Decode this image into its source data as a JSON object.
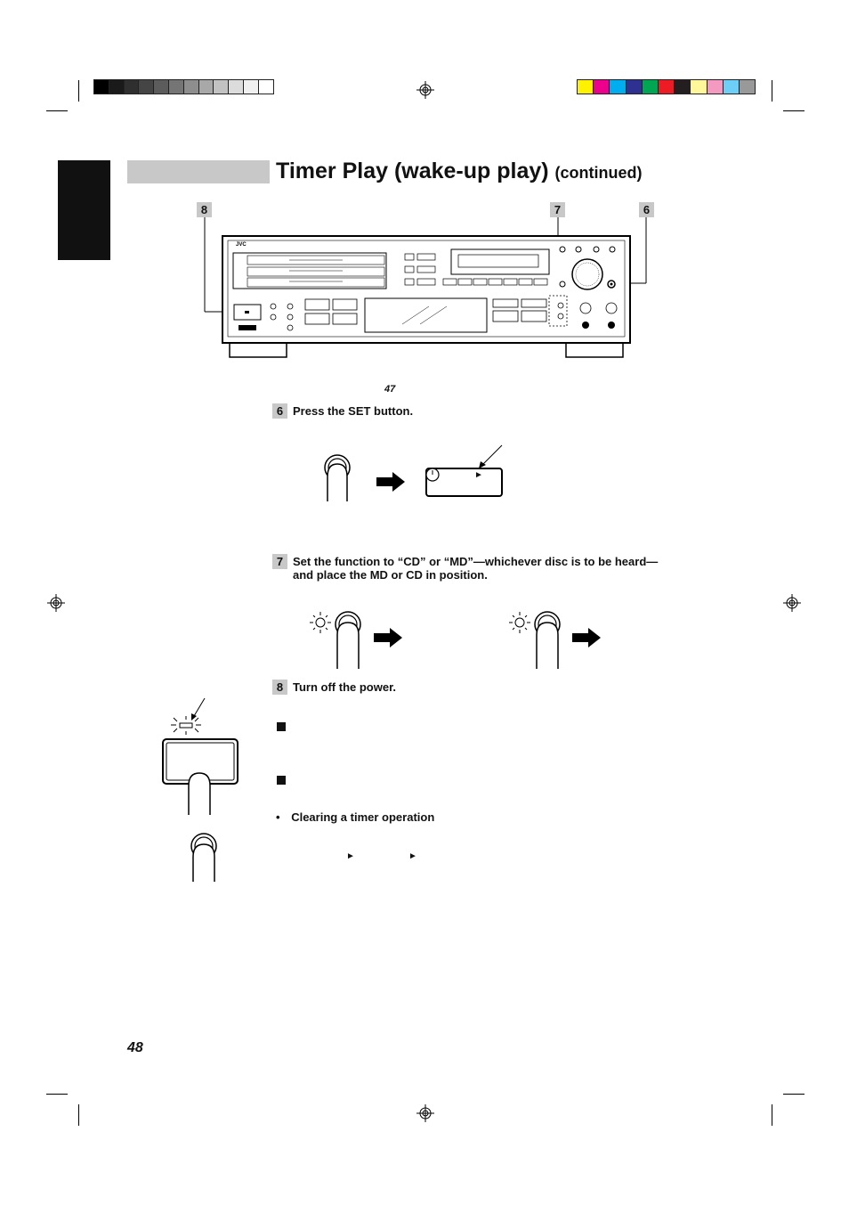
{
  "colors": {
    "grayscale_bar": [
      "#000000",
      "#1a1a1a",
      "#2f2f2f",
      "#454545",
      "#5c5c5c",
      "#757575",
      "#8e8e8e",
      "#a8a8a8",
      "#c2c2c2",
      "#dcdcdc",
      "#f0f0f0",
      "#ffffff"
    ],
    "color_bar": [
      "#fff200",
      "#ec008c",
      "#00aeef",
      "#2e3192",
      "#00a651",
      "#ed1c24",
      "#231f20",
      "#fff799",
      "#f49ac1",
      "#6dcff6",
      "#999999"
    ],
    "callout_gray": "#c8c8c8"
  },
  "header": {
    "title": "Timer Play (wake-up play)",
    "title_suffix": "(continued)"
  },
  "diagram": {
    "callouts": [
      "8",
      "7",
      "6"
    ],
    "brand": "JVC"
  },
  "page_ref": "47",
  "steps": [
    {
      "number": "6",
      "text": "Press the SET button."
    },
    {
      "number": "7",
      "text": "Set the function to “CD” or “MD”—whichever disc is to be heard—",
      "text_line2": "and place the MD or CD in position."
    },
    {
      "number": "8",
      "text": "Turn off the power."
    }
  ],
  "clearing": {
    "bullet": "•",
    "label": "Clearing a timer operation"
  },
  "glyphs": {
    "play_arrow": "►"
  },
  "page_number": "48"
}
